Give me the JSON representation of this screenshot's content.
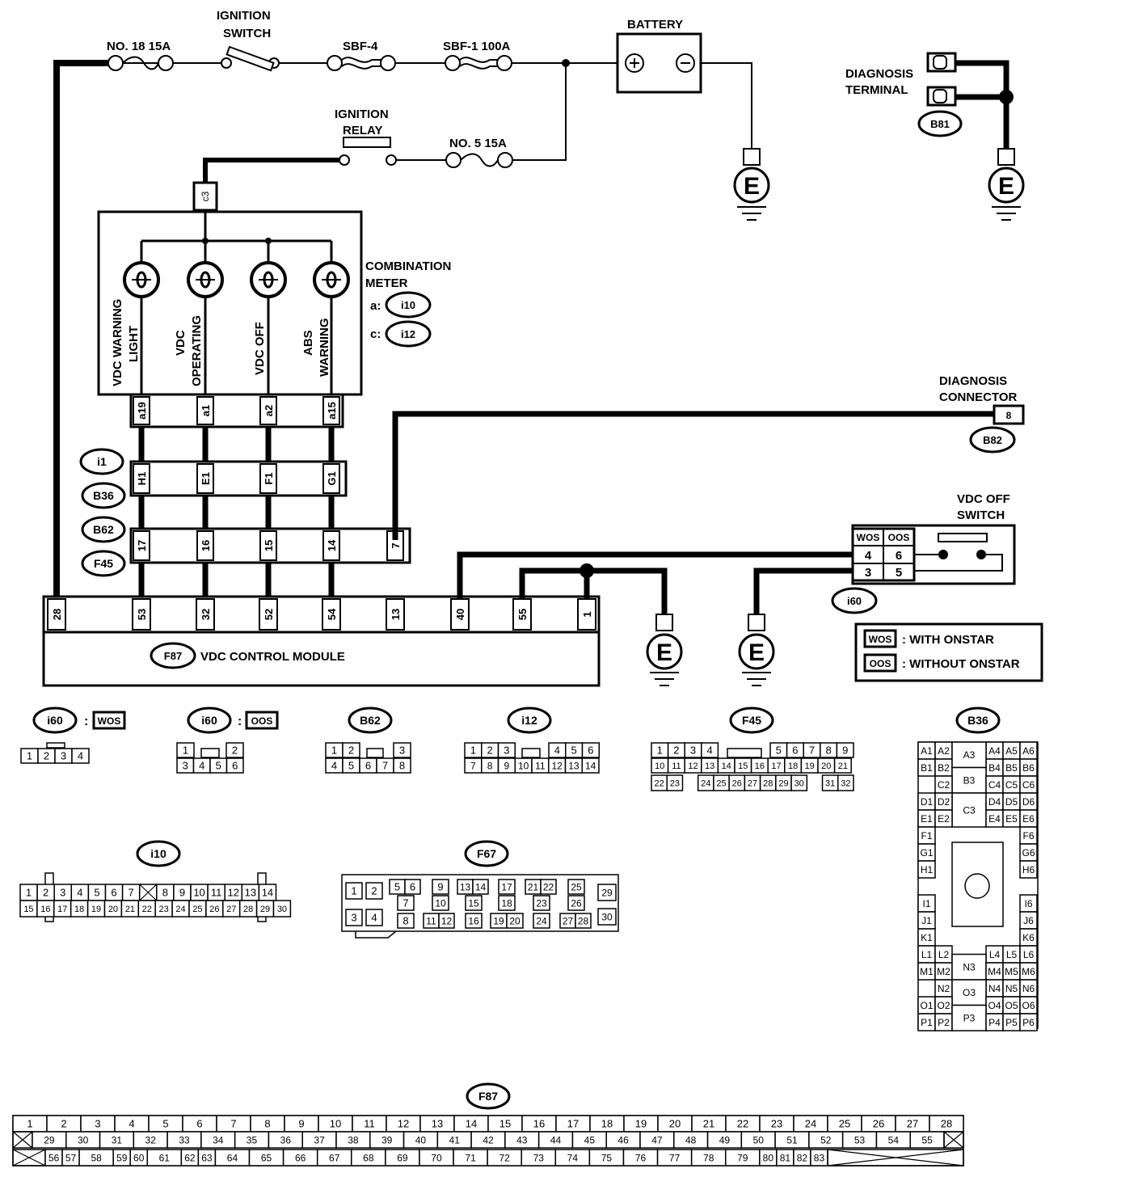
{
  "labels": {
    "fuse18": "NO. 18 15A",
    "ignition_switch_1": "IGNITION",
    "ignition_switch_2": "SWITCH",
    "sbf4": "SBF-4",
    "sbf1": "SBF-1 100A",
    "battery": "BATTERY",
    "ignition_relay_1": "IGNITION",
    "ignition_relay_2": "RELAY",
    "fuse5": "NO. 5 15A",
    "diag_terminal_1": "DIAGNOSIS",
    "diag_terminal_2": "TERMINAL",
    "b81": "B81",
    "combination_meter_1": "COMBINATION",
    "combination_meter_2": "METER",
    "meter_a_prefix": "a:",
    "meter_a_conn": "i10",
    "meter_c_prefix": "c:",
    "meter_c_conn": "i12",
    "lamp_vdc_warning_1": "VDC WARNING",
    "lamp_vdc_warning_2": "LIGHT",
    "lamp_vdc_operating_1": "VDC",
    "lamp_vdc_operating_2": "OPERATING",
    "lamp_vdc_off": "VDC OFF",
    "lamp_abs_warning_1": "ABS",
    "lamp_abs_warning_2": "WARNING",
    "diag_connector_1": "DIAGNOSIS",
    "diag_connector_2": "CONNECTOR",
    "b82": "B82",
    "diag_pin": "8",
    "vdc_off_switch_1": "VDC OFF",
    "vdc_off_switch_2": "SWITCH",
    "wos": "WOS",
    "oos": "OOS",
    "i60": "i60",
    "legend_wos": ": WITH ONSTAR",
    "legend_oos": ": WITHOUT ONSTAR",
    "control_module": "VDC CONTROL MODULE",
    "f87": "F87",
    "c3": "c3",
    "ground": "E",
    "i1": "i1",
    "b36": "B36",
    "b62": "B62",
    "f45": "F45",
    "colon": ":",
    "i10": "i10",
    "i12": "i12",
    "f67": "F67"
  },
  "switch_pins": [
    "4",
    "6",
    "3",
    "5"
  ],
  "meter_pins": [
    "a19",
    "a1",
    "a2",
    "a15"
  ],
  "i1_pins": [
    "H1",
    "E1",
    "F1",
    "G1"
  ],
  "b62_pins": [
    "17",
    "16",
    "15",
    "14",
    "7"
  ],
  "module_pins": [
    "28",
    "53",
    "32",
    "52",
    "54",
    "13",
    "40",
    "55",
    "1"
  ],
  "conn_i60_wos": [
    [
      "1",
      "2",
      "3",
      "4"
    ]
  ],
  "conn_i60_oos": [
    [
      "1",
      "",
      "2"
    ],
    [
      "3",
      "4",
      "5",
      "6"
    ]
  ],
  "conn_b62": [
    [
      "1",
      "2",
      "",
      "3"
    ],
    [
      "4",
      "5",
      "6",
      "7",
      "8"
    ]
  ],
  "conn_i12": [
    [
      "1",
      "2",
      "3",
      "",
      "4",
      "5",
      "6"
    ],
    [
      "7",
      "8",
      "9",
      "10",
      "11",
      "12",
      "13",
      "14"
    ]
  ],
  "conn_f45": [
    [
      "1",
      "2",
      "3",
      "4",
      "",
      "5",
      "6",
      "7",
      "8",
      "9"
    ],
    [
      "10",
      "11",
      "12",
      "13",
      "14",
      "15",
      "16",
      "17",
      "18",
      "19",
      "20",
      "21"
    ],
    [
      "22",
      "23",
      "",
      "24",
      "25",
      "26",
      "27",
      "28",
      "29",
      "30",
      "",
      "31",
      "32"
    ]
  ],
  "conn_i10": [
    [
      "1",
      "2",
      "3",
      "4",
      "5",
      "6",
      "7",
      "",
      "8",
      "9",
      "10",
      "11",
      "12",
      "13",
      "14"
    ],
    [
      "15",
      "16",
      "17",
      "18",
      "19",
      "20",
      "21",
      "22",
      "23",
      "24",
      "25",
      "26",
      "27",
      "28",
      "29",
      "30"
    ]
  ],
  "conn_f67": [
    "1",
    "2",
    "3",
    "4",
    "5",
    "6",
    "7",
    "8",
    "9",
    "10",
    "11",
    "12",
    "13",
    "14",
    "15",
    "16",
    "17",
    "18",
    "19",
    "20",
    "21",
    "22",
    "23",
    "24",
    "25",
    "26",
    "27",
    "28",
    "29",
    "30"
  ],
  "conn_b36": {
    "r1": [
      "A1",
      "A2",
      "A3",
      "A4",
      "A5",
      "A6"
    ],
    "r2": [
      "B1",
      "B2",
      "B3",
      "B4",
      "B5",
      "B6"
    ],
    "r3": [
      "C2",
      "C4",
      "C5",
      "C6"
    ],
    "r3b": "C3",
    "r4": [
      "D1",
      "D2",
      "D4",
      "D5",
      "D6"
    ],
    "r5": [
      "E1",
      "E2",
      "E4",
      "E5",
      "E6"
    ],
    "left": [
      "F1",
      "G1",
      "H1",
      "I1",
      "J1",
      "K1"
    ],
    "right": [
      "F6",
      "G6",
      "H6",
      "I6",
      "J6",
      "K6"
    ],
    "r6": [
      "L1",
      "L2",
      "L4",
      "L5",
      "L6"
    ],
    "r7": [
      "M1",
      "M2",
      "N3",
      "M4",
      "M5",
      "M6"
    ],
    "r8": [
      "N2",
      "N4",
      "N5",
      "N6"
    ],
    "r8b": "O3",
    "r9": [
      "O1",
      "O2",
      "O4",
      "O5",
      "O6"
    ],
    "r10": [
      "P1",
      "P2",
      "P3",
      "P4",
      "P5",
      "P6"
    ]
  },
  "conn_f87_rows": [
    [
      "1",
      "2",
      "3",
      "4",
      "5",
      "6",
      "7",
      "8",
      "9",
      "10",
      "11",
      "12",
      "13",
      "14",
      "15",
      "16",
      "17",
      "18",
      "19",
      "20",
      "21",
      "22",
      "23",
      "24",
      "25",
      "26",
      "27",
      "28"
    ],
    [
      "29",
      "30",
      "31",
      "32",
      "33",
      "34",
      "35",
      "36",
      "37",
      "38",
      "39",
      "40",
      "41",
      "42",
      "43",
      "44",
      "45",
      "46",
      "47",
      "48",
      "49",
      "50",
      "51",
      "52",
      "53",
      "54",
      "55"
    ],
    [
      "56",
      "57",
      "58",
      "59",
      "60",
      "61",
      "62",
      "63",
      "64",
      "65",
      "66",
      "67",
      "68",
      "69",
      "70",
      "71",
      "72",
      "73",
      "74",
      "75",
      "76",
      "77",
      "78",
      "79",
      "80",
      "81",
      "82",
      "83"
    ]
  ]
}
